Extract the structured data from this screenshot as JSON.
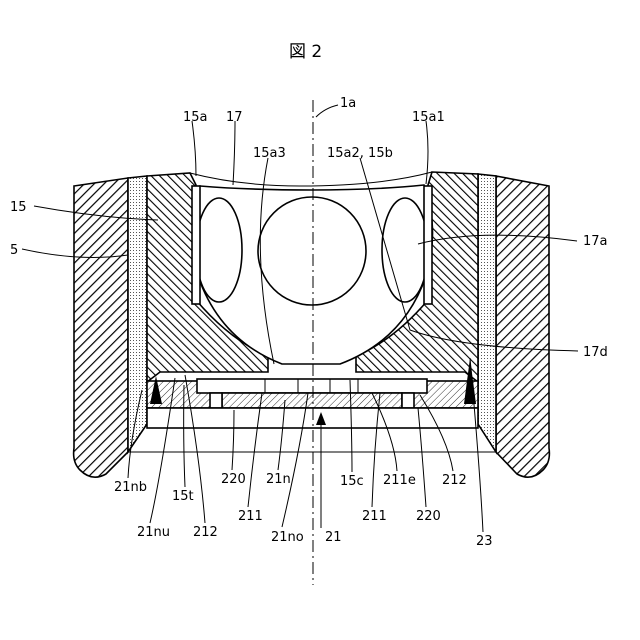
{
  "figure": {
    "title": "図 2",
    "labels": {
      "l_1a": "1a",
      "l_15a": "15a",
      "l_17": "17",
      "l_15a3": "15a3",
      "l_15a2_15b": "15a2, 15b",
      "l_15a1": "15a1",
      "l_15": "15",
      "l_5": "5",
      "l_17a": "17a",
      "l_17d": "17d",
      "l_21nb": "21nb",
      "l_15t": "15t",
      "l_220_left": "220",
      "l_21n": "21n",
      "l_15c": "15c",
      "l_211e": "211e",
      "l_212_right": "212",
      "l_21nu": "21nu",
      "l_212_left": "212",
      "l_211_left": "211",
      "l_211_right": "211",
      "l_220_right": "220",
      "l_21no": "21no",
      "l_21": "21",
      "l_23": "23"
    }
  }
}
